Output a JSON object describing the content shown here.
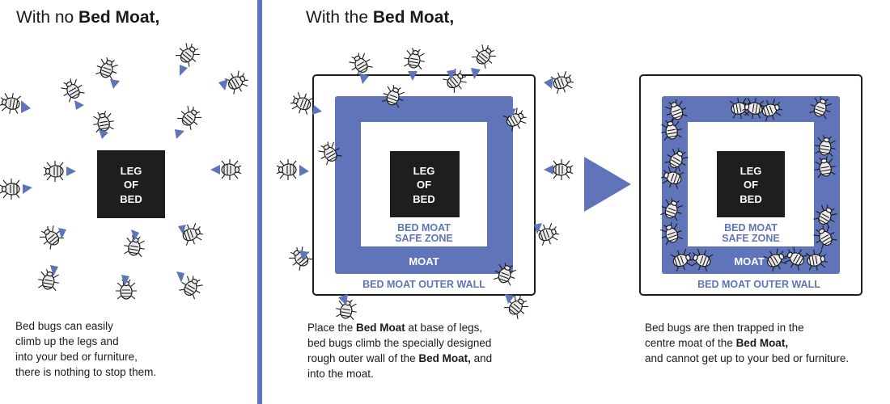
{
  "panels": {
    "no_moat": {
      "heading_prefix": "With no ",
      "heading_bold": "Bed Moat,",
      "caption_lines": [
        "Bed bugs can easily",
        "climb up the legs and",
        "into your bed or furniture,",
        "there is nothing to stop them."
      ]
    },
    "with_moat": {
      "heading_prefix": "With the ",
      "heading_bold": "Bed Moat,",
      "caption": {
        "l1a": "Place the ",
        "l1b": "Bed Moat",
        "l1c": " at base of legs,",
        "l2": "bed bugs climb the specially designed",
        "l3a": "rough outer wall of the ",
        "l3b": "Bed Moat,",
        "l3c": " and",
        "l4": "into the moat."
      }
    },
    "trapped": {
      "caption": {
        "l1": "Bed bugs are then trapped in the",
        "l2a": "centre moat of the ",
        "l2b": "Bed Moat,",
        "l3": "and cannot get up to your bed or furniture."
      }
    }
  },
  "diagram_labels": {
    "leg_line1": "LEG",
    "leg_line2": "OF",
    "leg_line3": "BED",
    "safe_zone_line1": "BED MOAT",
    "safe_zone_line2": "SAFE ZONE",
    "moat": "MOAT",
    "outer_wall": "BED MOAT OUTER WALL"
  },
  "colors": {
    "accent_blue": "#5f74b9",
    "leg_black": "#1e1e1e",
    "text": "#1a1a1a"
  },
  "icons": [
    "bed-bug-icon",
    "crawl-direction-arrow-icon",
    "next-step-arrow-icon"
  ]
}
